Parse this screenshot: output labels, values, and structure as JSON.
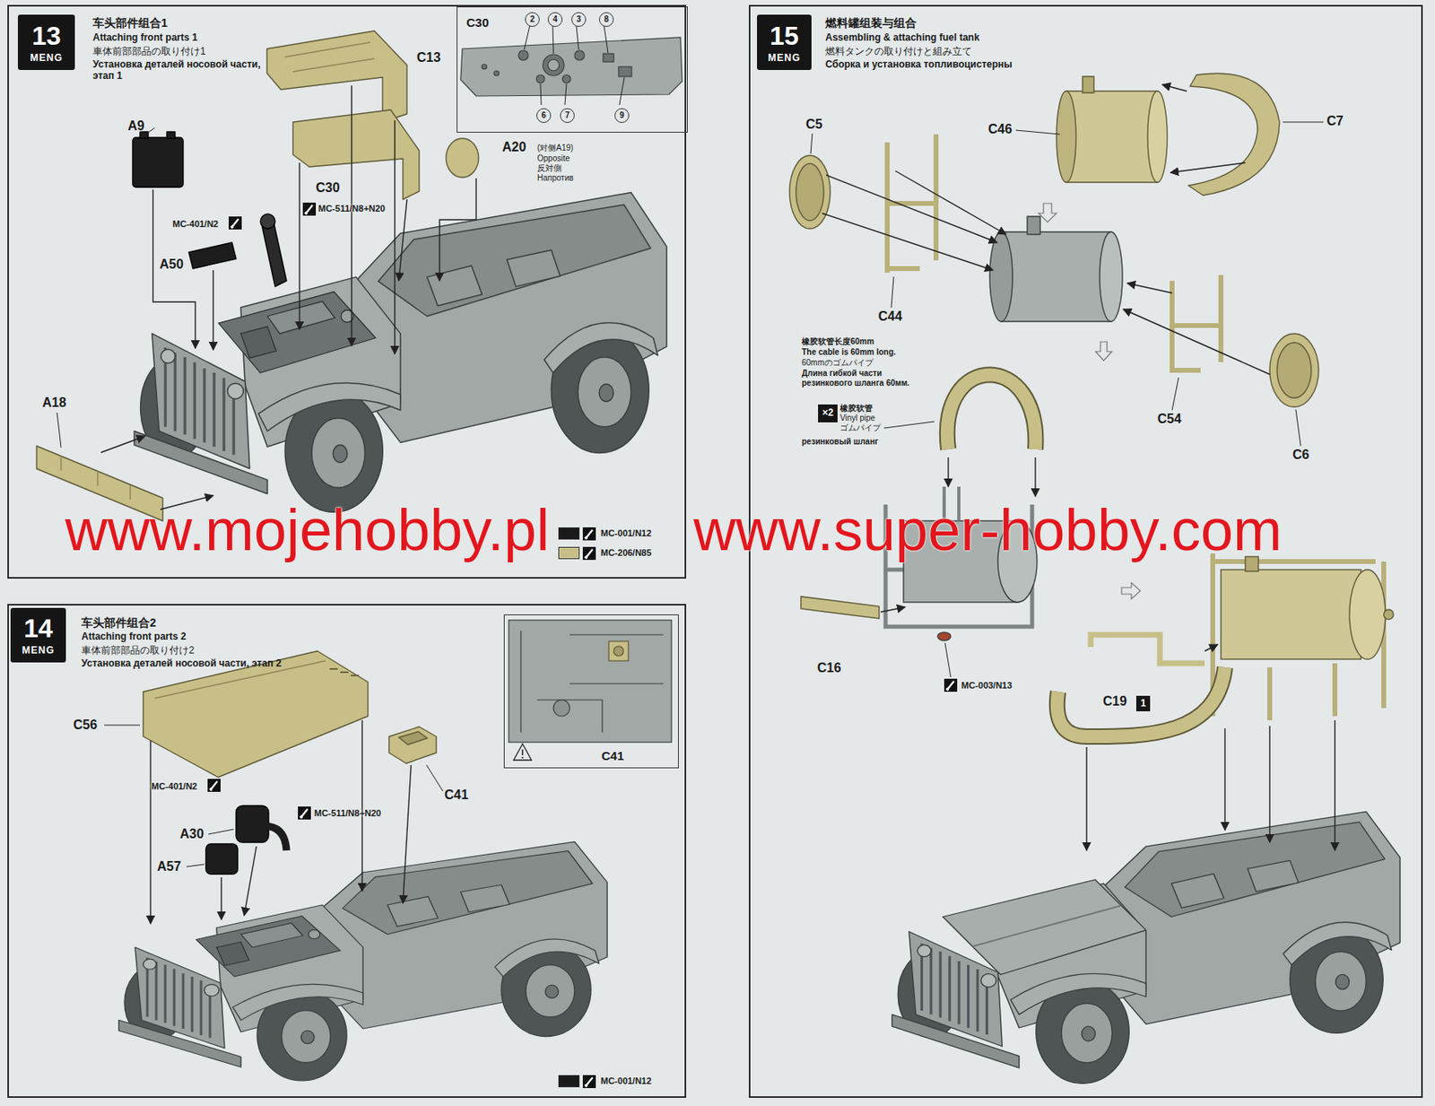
{
  "diagram": {
    "nodes": [
      {
        "text": [
          "车头部件组合1",
          "Attaching front parts 1",
          "車体前部部品の取り付け1",
          "Установка деталей носовой части, этап 1"
        ]
      },
      {
        "text": [
          "13",
          "MENG"
        ],
        "in": 0
      },
      {
        "text": [
          "C30"
        ],
        "in": 0
      },
      {
        "text": [
          "2"
        ],
        "in": 2
      },
      {
        "text": [
          "4"
        ],
        "in": 2
      },
      {
        "text": [
          "3"
        ],
        "in": 2
      },
      {
        "text": [
          "8"
        ],
        "in": 2
      },
      {
        "text": [
          "6"
        ],
        "in": 2
      },
      {
        "text": [
          "7"
        ],
        "in": 2
      },
      {
        "text": [
          "9"
        ],
        "in": 2
      },
      {
        "text": [
          "车头部件组合2",
          "Attaching front parts 2",
          "車体前部部品の取り付け2",
          "Установка деталей носовой части, этап 2"
        ]
      },
      {
        "text": [
          "14",
          "MENG"
        ],
        "in": 10
      },
      {
        "text": [
          "C41"
        ],
        "in": 10
      },
      {
        "text": [
          "燃料罐组装与组合",
          "Assembling & attaching fuel tank",
          "燃料タンクの取り付けと組み立て",
          "Сборка и установка топливоцистерны"
        ]
      },
      {
        "text": [
          "15",
          "MENG"
        ],
        "in": 13
      },
      {
        "text": [
          "×2"
        ],
        "in": 13
      },
      {
        "text": [
          "1"
        ],
        "in": 13
      }
    ],
    "labels": [
      "A9",
      "C13",
      "C30",
      "A20",
      "(对侧A19)",
      "Opposite",
      "反対側",
      "Напротив",
      "MC-401/N2",
      "MC-511/N8+N20",
      "A50",
      "A18",
      "www.mojehobby.pl",
      "www.super-hobby.com",
      "C56",
      "C41",
      "MC-401/N2",
      "MC-511/N8+N20",
      "A30",
      "A57",
      "C5",
      "C46",
      "C7",
      "C44",
      "C54",
      "C6",
      "橡胶软管长度60mm",
      "The cable is 60mm long.",
      "60mmのゴムパイプ",
      "Длина гибкой части резинкового шланга 60мм.",
      "橡胶软管",
      "Vinyl pipe",
      "ゴムパイプ",
      "резинковый шланг",
      "C16",
      "MC-003/N13",
      "C19"
    ],
    "legend": [
      {
        "text": "MC-001/N12",
        "color": "#1a1a1a"
      },
      {
        "text": "MC-206/N85",
        "color": "#c8bf88"
      },
      {
        "text": "MC-001/N12",
        "color": "#1a1a1a"
      }
    ]
  }
}
